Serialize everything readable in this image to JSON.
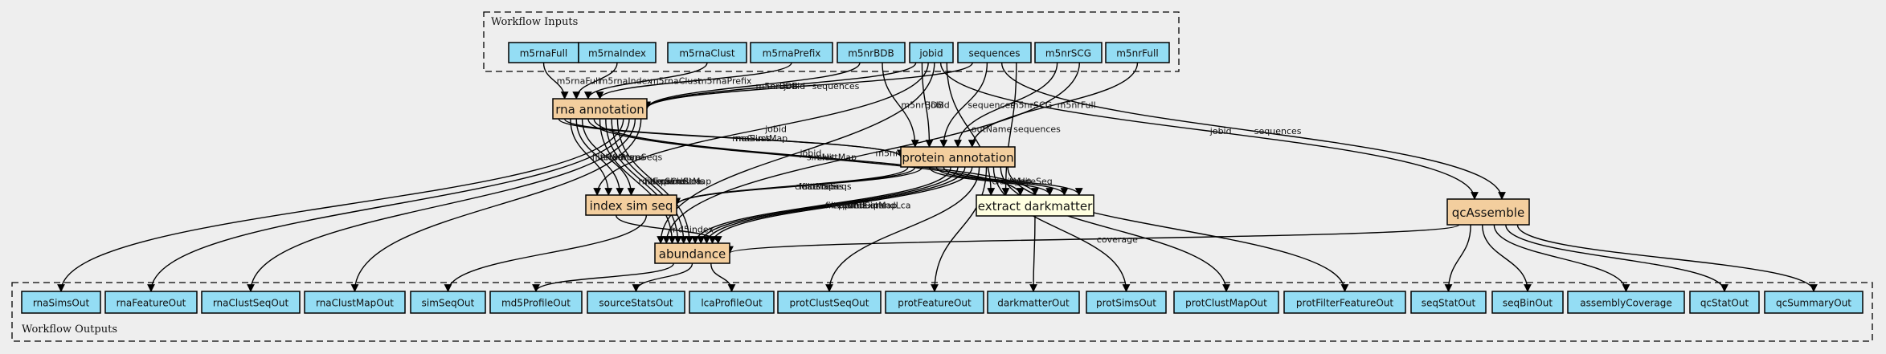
{
  "clusters": {
    "inputs_label": "Workflow Inputs",
    "outputs_label": "Workflow Outputs"
  },
  "inputs": [
    {
      "id": "m5rnaFull",
      "label": "m5rnaFull"
    },
    {
      "id": "m5rnaIndex",
      "label": "m5rnaIndex"
    },
    {
      "id": "m5rnaClust",
      "label": "m5rnaClust"
    },
    {
      "id": "m5rnaPrefix",
      "label": "m5rnaPrefix"
    },
    {
      "id": "m5nrBDB",
      "label": "m5nrBDB"
    },
    {
      "id": "jobid",
      "label": "jobid"
    },
    {
      "id": "sequences",
      "label": "sequences"
    },
    {
      "id": "m5nrSCG",
      "label": "m5nrSCG"
    },
    {
      "id": "m5nrFull",
      "label": "m5nrFull"
    }
  ],
  "steps": [
    {
      "id": "rna_annotation",
      "label": "rna annotation",
      "kind": "step"
    },
    {
      "id": "protein_annotation",
      "label": "protein annotation",
      "kind": "step"
    },
    {
      "id": "index_sim_seq",
      "label": "index sim seq",
      "kind": "step"
    },
    {
      "id": "extract_darkmatter",
      "label": "extract darkmatter",
      "kind": "tool"
    },
    {
      "id": "abundance",
      "label": "abundance",
      "kind": "step"
    },
    {
      "id": "qcAssemble",
      "label": "qcAssemble",
      "kind": "step"
    }
  ],
  "outputs": [
    {
      "id": "rnaSimsOut",
      "label": "rnaSimsOut"
    },
    {
      "id": "rnaFeatureOut",
      "label": "rnaFeatureOut"
    },
    {
      "id": "rnaClustSeqOut",
      "label": "rnaClustSeqOut"
    },
    {
      "id": "rnaClustMapOut",
      "label": "rnaClustMapOut"
    },
    {
      "id": "simSeqOut",
      "label": "simSeqOut"
    },
    {
      "id": "md5ProfileOut",
      "label": "md5ProfileOut"
    },
    {
      "id": "sourceStatsOut",
      "label": "sourceStatsOut"
    },
    {
      "id": "lcaProfileOut",
      "label": "lcaProfileOut"
    },
    {
      "id": "protClustSeqOut",
      "label": "protClustSeqOut"
    },
    {
      "id": "protFeatureOut",
      "label": "protFeatureOut"
    },
    {
      "id": "darkmatterOut",
      "label": "darkmatterOut"
    },
    {
      "id": "protSimsOut",
      "label": "protSimsOut"
    },
    {
      "id": "protClustMapOut",
      "label": "protClustMapOut"
    },
    {
      "id": "protFilterFeatureOut",
      "label": "protFilterFeatureOut"
    },
    {
      "id": "seqStatOut",
      "label": "seqStatOut"
    },
    {
      "id": "seqBinOut",
      "label": "seqBinOut"
    },
    {
      "id": "assemblyCoverage",
      "label": "assemblyCoverage"
    },
    {
      "id": "qcStatOut",
      "label": "qcStatOut"
    },
    {
      "id": "qcSummaryOut",
      "label": "qcSummaryOut"
    }
  ],
  "edges": [
    {
      "from": "m5rnaFull",
      "to": "rna_annotation",
      "label": "m5rnaFull"
    },
    {
      "from": "m5rnaIndex",
      "to": "rna_annotation",
      "label": "m5rnaIndex"
    },
    {
      "from": "m5rnaClust",
      "to": "rna_annotation",
      "label": "m5rnaClust"
    },
    {
      "from": "m5rnaPrefix",
      "to": "rna_annotation",
      "label": "m5rnaPrefix"
    },
    {
      "from": "m5nrBDB",
      "to": "rna_annotation",
      "label": "m5nrBDB"
    },
    {
      "from": "jobid",
      "to": "rna_annotation",
      "label": "jobid"
    },
    {
      "from": "sequences",
      "to": "rna_annotation",
      "label": "sequences"
    },
    {
      "from": "m5nrBDB",
      "to": "protein_annotation",
      "label": "m5nrBDB"
    },
    {
      "from": "jobid",
      "to": "protein_annotation",
      "label": "jobid"
    },
    {
      "from": "sequences",
      "to": "protein_annotation",
      "label": "sequences"
    },
    {
      "from": "m5nrSCG",
      "to": "protein_annotation",
      "label": "m5nrSCG"
    },
    {
      "from": "m5nrFull",
      "to": "protein_annotation",
      "label": "m5nrFull"
    },
    {
      "from": "rna_annotation",
      "to": "protein_annotation",
      "label": "rnaClustMap"
    },
    {
      "from": "rna_annotation",
      "to": "protein_annotation",
      "label": "rnaSims"
    },
    {
      "from": "jobid",
      "to": "index_sim_seq",
      "label": "jobid"
    },
    {
      "from": "jobid",
      "to": "abundance",
      "label": "jobid"
    },
    {
      "from": "jobid",
      "to": "qcAssemble",
      "label": "jobid"
    },
    {
      "from": "jobid",
      "to": "extract_darkmatter",
      "label": "outName"
    },
    {
      "from": "sequences",
      "to": "qcAssemble",
      "label": "sequences"
    },
    {
      "from": "sequences",
      "to": "extract_darkmatter",
      "label": "sequences"
    },
    {
      "from": "m5nrSCG",
      "to": "abundance",
      "label": "m5nrSCG"
    },
    {
      "from": "rna_annotation",
      "to": "index_sim_seq",
      "label": "filterSims"
    },
    {
      "from": "rna_annotation",
      "to": "index_sim_seq",
      "label": "clustMaps"
    },
    {
      "from": "rna_annotation",
      "to": "index_sim_seq",
      "label": "featureSeqs"
    },
    {
      "from": "rna_annotation",
      "to": "extract_darkmatter",
      "label": "simHit"
    },
    {
      "from": "rna_annotation",
      "to": "extract_darkmatter",
      "label": "clustMap"
    },
    {
      "from": "rna_annotation",
      "to": "abundance",
      "label": "rnaExpandLca"
    },
    {
      "from": "rna_annotation",
      "to": "abundance",
      "label": "filterSims"
    },
    {
      "from": "rna_annotation",
      "to": "abundance",
      "label": "expandSims"
    },
    {
      "from": "rna_annotation",
      "to": "abundance",
      "label": "rnaClustMap"
    },
    {
      "from": "rna_annotation",
      "to": "rnaSimsOut",
      "label": ""
    },
    {
      "from": "rna_annotation",
      "to": "rnaFeatureOut",
      "label": ""
    },
    {
      "from": "rna_annotation",
      "to": "rnaClustSeqOut",
      "label": ""
    },
    {
      "from": "rna_annotation",
      "to": "rnaClustMapOut",
      "label": ""
    },
    {
      "from": "protein_annotation",
      "to": "index_sim_seq",
      "label": "clustMaps"
    },
    {
      "from": "protein_annotation",
      "to": "index_sim_seq",
      "label": "featureSeqs"
    },
    {
      "from": "protein_annotation",
      "to": "index_sim_seq",
      "label": "filterSims"
    },
    {
      "from": "protein_annotation",
      "to": "extract_darkmatter",
      "label": "clustMap"
    },
    {
      "from": "protein_annotation",
      "to": "extract_darkmatter",
      "label": "simHit"
    },
    {
      "from": "protein_annotation",
      "to": "extract_darkmatter",
      "label": "geneSeq"
    },
    {
      "from": "protein_annotation",
      "to": "abundance",
      "label": "filterSims"
    },
    {
      "from": "protein_annotation",
      "to": "abundance",
      "label": "expandSims"
    },
    {
      "from": "protein_annotation",
      "to": "abundance",
      "label": "protClustMap"
    },
    {
      "from": "protein_annotation",
      "to": "abundance",
      "label": "protExpandLca"
    },
    {
      "from": "protein_annotation",
      "to": "protClustSeqOut",
      "label": ""
    },
    {
      "from": "protein_annotation",
      "to": "protFeatureOut",
      "label": ""
    },
    {
      "from": "protein_annotation",
      "to": "protSimsOut",
      "label": ""
    },
    {
      "from": "protein_annotation",
      "to": "protClustMapOut",
      "label": ""
    },
    {
      "from": "protein_annotation",
      "to": "protFilterFeatureOut",
      "label": ""
    },
    {
      "from": "index_sim_seq",
      "to": "abundance",
      "label": "md5index"
    },
    {
      "from": "index_sim_seq",
      "to": "simSeqOut",
      "label": ""
    },
    {
      "from": "qcAssemble",
      "to": "abundance",
      "label": "coverage"
    },
    {
      "from": "extract_darkmatter",
      "to": "darkmatterOut",
      "label": ""
    },
    {
      "from": "abundance",
      "to": "md5ProfileOut",
      "label": ""
    },
    {
      "from": "abundance",
      "to": "sourceStatsOut",
      "label": ""
    },
    {
      "from": "abundance",
      "to": "lcaProfileOut",
      "label": ""
    },
    {
      "from": "qcAssemble",
      "to": "seqStatOut",
      "label": ""
    },
    {
      "from": "qcAssemble",
      "to": "seqBinOut",
      "label": ""
    },
    {
      "from": "qcAssemble",
      "to": "assemblyCoverage",
      "label": ""
    },
    {
      "from": "qcAssemble",
      "to": "qcStatOut",
      "label": ""
    },
    {
      "from": "qcAssemble",
      "to": "qcSummaryOut",
      "label": ""
    }
  ]
}
